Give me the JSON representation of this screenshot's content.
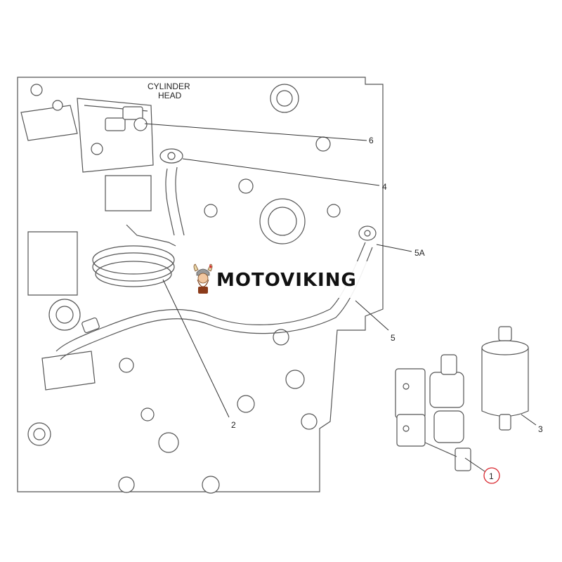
{
  "diagram": {
    "head_label_line1": "CYLINDER",
    "head_label_line2": "HEAD",
    "callouts": {
      "c6": "6",
      "c4": "4",
      "c5a": "5A",
      "c5": "5",
      "c2": "2",
      "c3": "3",
      "c1": "1"
    },
    "highlight_color": "#d9282f"
  },
  "watermark": {
    "text": "MOTOVIKING"
  }
}
